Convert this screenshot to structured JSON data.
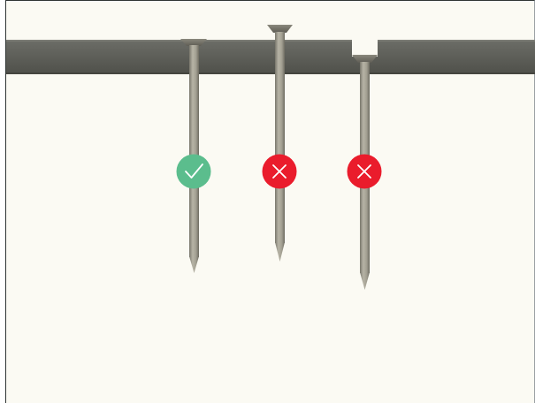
{
  "scene": {
    "description_icons": {
      "correct": "check-icon",
      "wrong": "cross-icon"
    },
    "colors": {
      "background": "#fbfaf3",
      "board": "#5f605a",
      "nail": "#a09e90",
      "correct": "#5bbd8d",
      "wrong": "#ea1c2c"
    },
    "nails": [
      {
        "id": "nail-1",
        "status": "correct",
        "icon": "check-icon"
      },
      {
        "id": "nail-2",
        "status": "wrong",
        "icon": "cross-icon"
      },
      {
        "id": "nail-3",
        "status": "wrong",
        "icon": "cross-icon"
      }
    ]
  }
}
